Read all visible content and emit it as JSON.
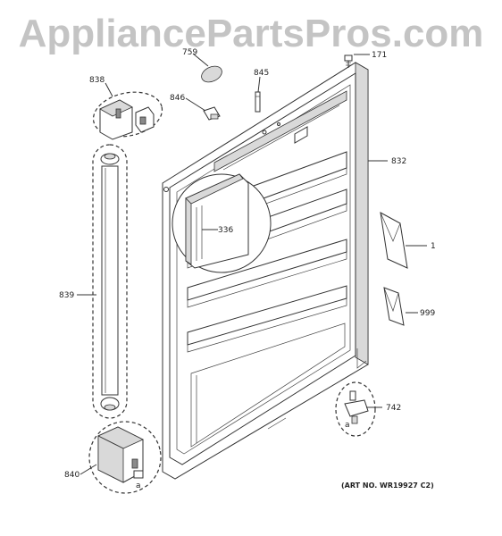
{
  "watermark": "AppliancePartsPros.com",
  "art_number": "(ART NO. WR19927 C2)",
  "parts": [
    {
      "id": "171"
    },
    {
      "id": "759"
    },
    {
      "id": "845"
    },
    {
      "id": "846"
    },
    {
      "id": "838"
    },
    {
      "id": "832"
    },
    {
      "id": "336"
    },
    {
      "id": "1"
    },
    {
      "id": "839"
    },
    {
      "id": "999"
    },
    {
      "id": "742"
    },
    {
      "id": "840"
    }
  ],
  "small_labels": {
    "a_742": "a",
    "a_840": "a"
  }
}
